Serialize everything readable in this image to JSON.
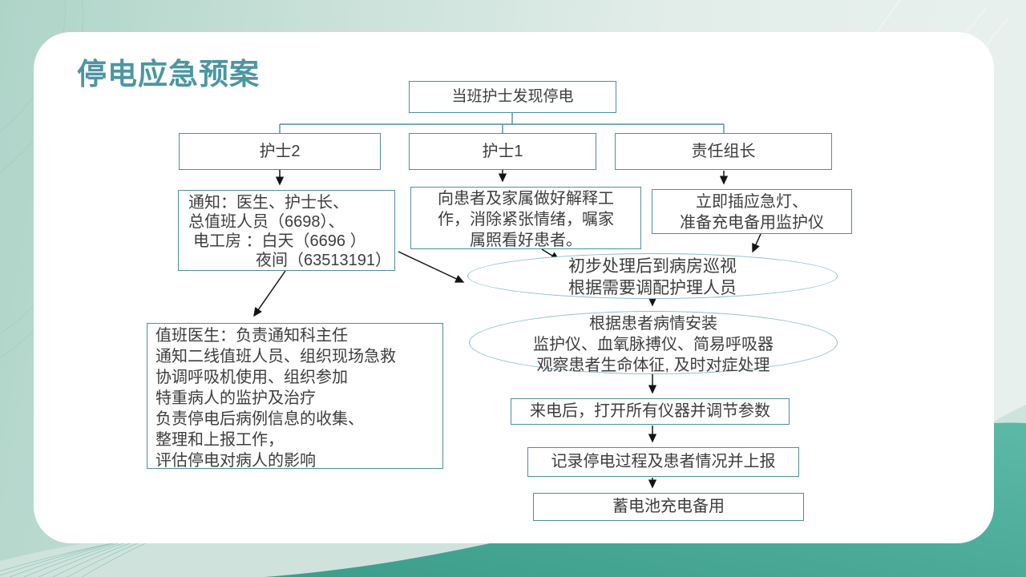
{
  "slide": {
    "title": "停电应急预案",
    "colors": {
      "title": "#4c96a2",
      "box_border": "#4f8f9b",
      "ellipse_border": "#8abcc6",
      "background": "#b7d9cd",
      "wave": "#43a28f"
    }
  },
  "flowchart": {
    "top_box": {
      "label": "当班护士发现停电"
    },
    "roles": [
      {
        "label": "护士2"
      },
      {
        "label": "护士1"
      },
      {
        "label": "责任组长"
      }
    ],
    "notify_box": {
      "lines": [
        "通知：医生、护士长、",
        "总值班人员（6698）、",
        "电工房 ：白天（6696 ）",
        "夜间（63513191）"
      ]
    },
    "explain_box": {
      "lines": [
        "向患者及家属做好解释工",
        "作，消除紧张情绪，嘱家",
        "属照看好患者。"
      ]
    },
    "emergency_light_box": {
      "lines": [
        "立即插应急灯、",
        "准备充电备用监护仪"
      ]
    },
    "doctor_box": {
      "lines": [
        "值班医生：负责通知科主任",
        "通知二线值班人员、组织现场急救",
        "协调呼吸机使用、组织参加",
        "特重病人的监护及治疗",
        "负责停电后病例信息的收集、",
        "整理和上报工作，",
        "评估停电对病人的影响"
      ]
    },
    "ellipse_patrol": {
      "lines": [
        "初步处理后到病房巡视",
        "根据需要调配护理人员"
      ]
    },
    "ellipse_install": {
      "lines": [
        "根据患者病情安装",
        "监护仪、血氧脉搏仪、简易呼吸器",
        "观察患者生命体征, 及时对症处理"
      ]
    },
    "power_back_box": {
      "label": "来电后，打开所有仪器并调节参数"
    },
    "record_box": {
      "label": "记录停电过程及患者情况并上报"
    },
    "battery_box": {
      "label": "蓄电池充电备用"
    }
  }
}
